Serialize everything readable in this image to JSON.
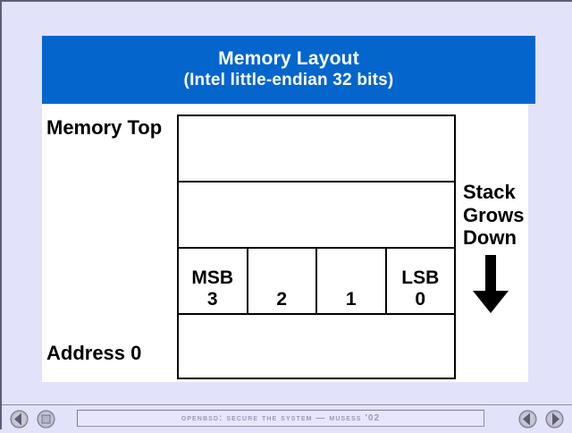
{
  "slide": {
    "title": "Memory Layout",
    "subtitle": "(Intel little-endian 32 bits)",
    "banner_color": "#0466CC",
    "background_color": "#E3E2FB",
    "panel_color": "#FFFFFF"
  },
  "labels": {
    "memory_top": "Memory Top",
    "address_zero": "Address 0",
    "stack_note_lines": [
      "Stack",
      "Grows",
      "Down"
    ],
    "stack_arrow_icon": "arrow-down-icon"
  },
  "memory_table": {
    "rows": [
      {
        "kind": "empty",
        "cells": []
      },
      {
        "kind": "empty",
        "cells": []
      },
      {
        "kind": "bytes",
        "cells": [
          {
            "tag": "MSB",
            "index": "3"
          },
          {
            "tag": "",
            "index": "2"
          },
          {
            "tag": "",
            "index": "1"
          },
          {
            "tag": "LSB",
            "index": "0"
          }
        ]
      },
      {
        "kind": "empty",
        "cells": []
      }
    ]
  },
  "controls": {
    "status_text": "OpenBSD: Secure The System — MUSESS '02",
    "buttons": [
      {
        "name": "prev-page-button",
        "icon": "triangle-left-icon"
      },
      {
        "name": "stop-button",
        "icon": "square-stop-icon"
      },
      {
        "name": "back-button",
        "icon": "triangle-left-icon"
      },
      {
        "name": "forward-button",
        "icon": "triangle-right-icon"
      }
    ]
  }
}
